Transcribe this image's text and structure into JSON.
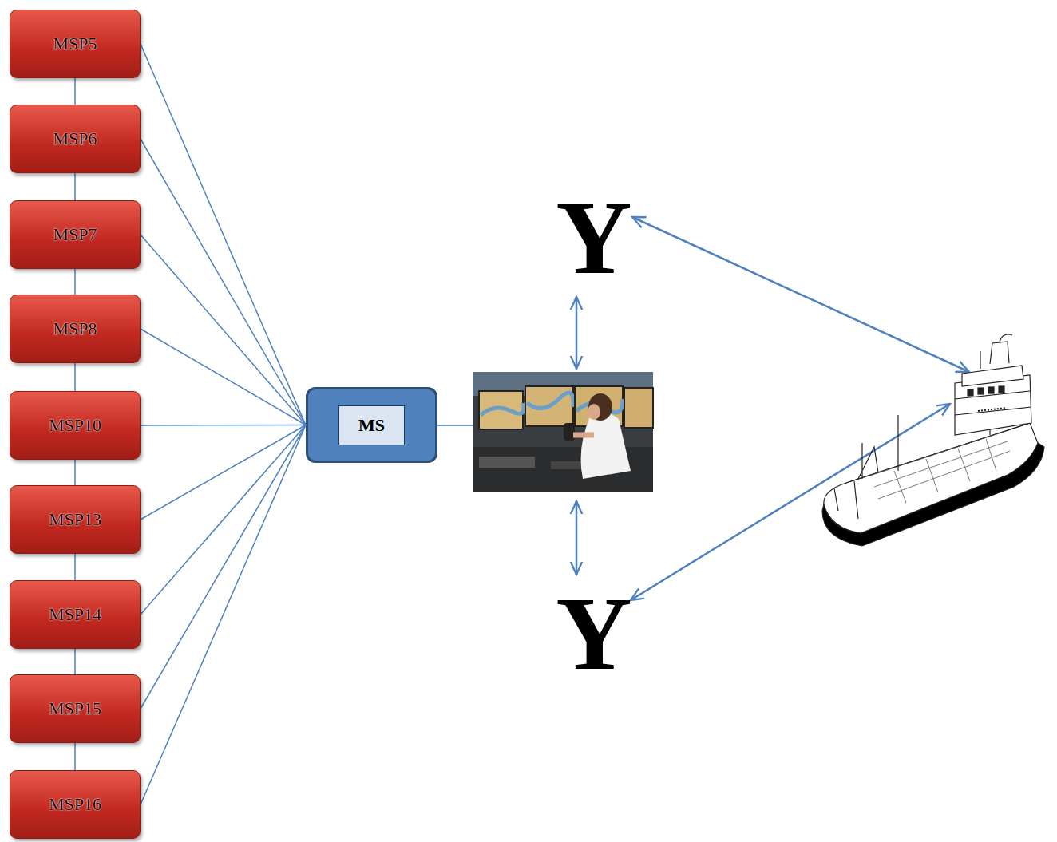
{
  "diagram": {
    "nodes": [
      {
        "text": [
          "MSP5"
        ]
      },
      {
        "text": [
          "MSP6"
        ]
      },
      {
        "text": [
          "MSP7"
        ]
      },
      {
        "text": [
          "MSP8"
        ]
      },
      {
        "text": [
          "MSP10"
        ]
      },
      {
        "text": [
          "MSP13"
        ]
      },
      {
        "text": [
          "MSP14"
        ]
      },
      {
        "text": [
          "MSP15"
        ]
      },
      {
        "text": [
          "MSP16"
        ]
      },
      {
        "text": [
          "MS"
        ]
      }
    ],
    "edges": [
      {
        "from": 0,
        "to": 1,
        "arrow": "none"
      },
      {
        "from": 1,
        "to": 2,
        "arrow": "none"
      },
      {
        "from": 2,
        "to": 3,
        "arrow": "none"
      },
      {
        "from": 3,
        "to": 4,
        "arrow": "none"
      },
      {
        "from": 4,
        "to": 5,
        "arrow": "none"
      },
      {
        "from": 5,
        "to": 6,
        "arrow": "none"
      },
      {
        "from": 6,
        "to": 7,
        "arrow": "none"
      },
      {
        "from": 7,
        "to": 8,
        "arrow": "none"
      },
      {
        "from": 0,
        "to": 9,
        "arrow": "none"
      },
      {
        "from": 1,
        "to": 9,
        "arrow": "none"
      },
      {
        "from": 2,
        "to": 9,
        "arrow": "none"
      },
      {
        "from": 3,
        "to": 9,
        "arrow": "none"
      },
      {
        "from": 4,
        "to": 9,
        "arrow": "none"
      },
      {
        "from": 5,
        "to": 9,
        "arrow": "none"
      },
      {
        "from": 6,
        "to": 9,
        "arrow": "none"
      },
      {
        "from": 7,
        "to": 9,
        "arrow": "none"
      },
      {
        "from": 8,
        "to": 9,
        "arrow": "none"
      }
    ],
    "labels": [
      "Y",
      "Y"
    ]
  }
}
